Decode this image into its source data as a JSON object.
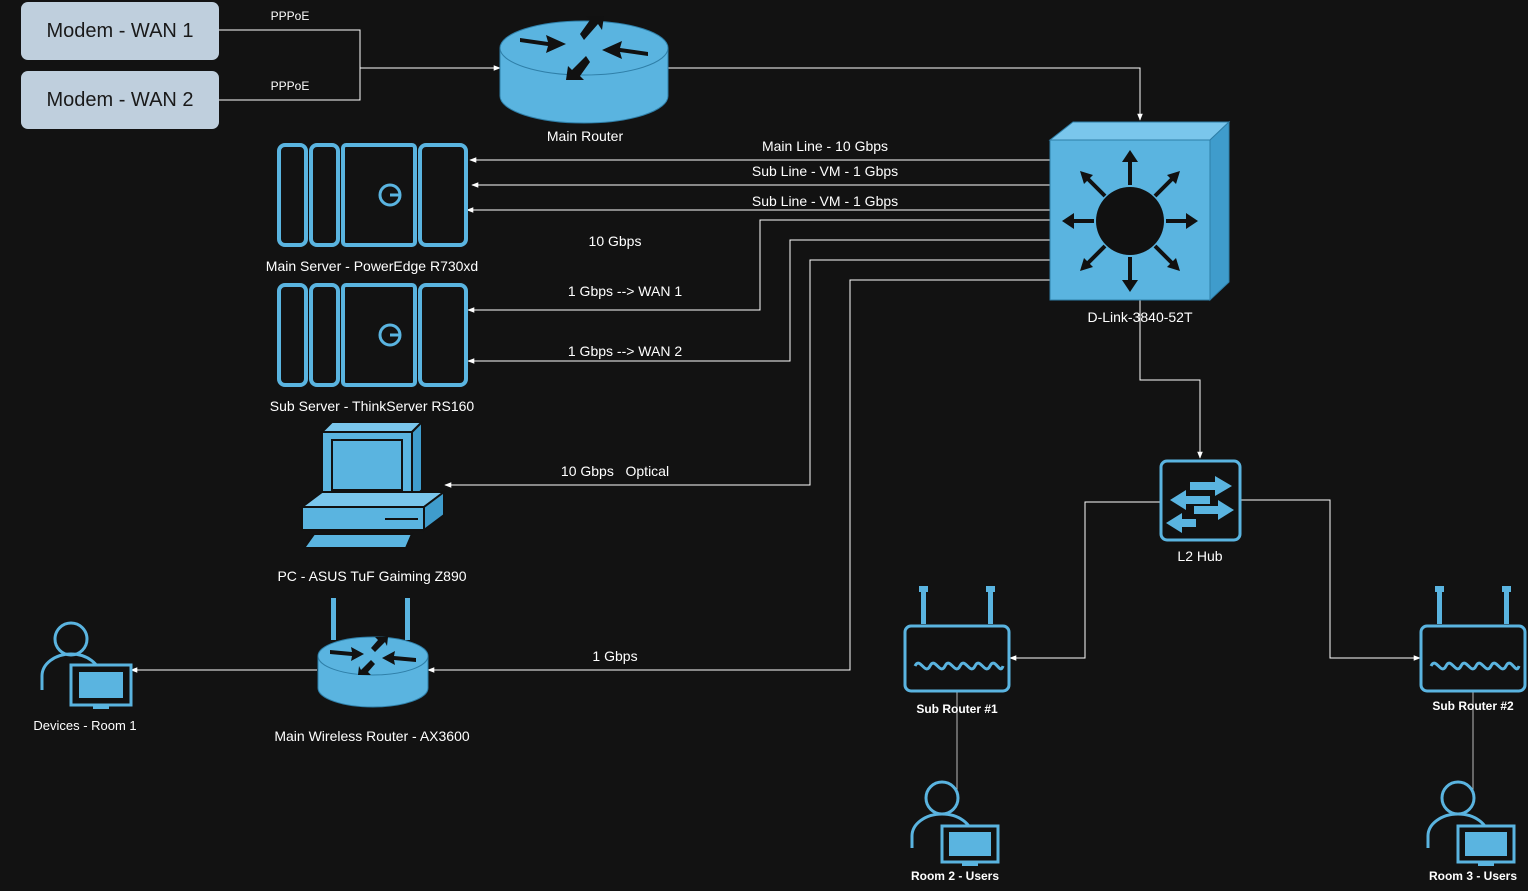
{
  "modems": {
    "wan1": "Modem - WAN 1",
    "wan2": "Modem - WAN 2",
    "link1": "PPPoE",
    "link2": "PPPoE"
  },
  "devices": {
    "main_router": "Main Router",
    "switch": "D-Link-3840-52T",
    "main_server": "Main Server - PowerEdge R730xd",
    "sub_server": "Sub Server - ThinkServer RS160",
    "pc": "PC - ASUS TuF Gaiming Z890",
    "wireless_router": "Main Wireless Router - AX3600",
    "room1": "Devices - Room 1",
    "hub": "L2 Hub",
    "sub_router1": "Sub Router #1",
    "sub_router2": "Sub Router #2",
    "room2": "Room 2 - Users",
    "room3": "Room 3 - Users"
  },
  "links": {
    "main_line": "Main Line - 10 Gbps",
    "sub_line_a": "Sub Line - VM - 1 Gbps",
    "sub_line_b": "Sub Line - VM - 1 Gbps",
    "ten_gbps": "10 Gbps",
    "wan1_line": "1 Gbps --> WAN 1",
    "wan2_line": "1 Gbps --> WAN 2",
    "optical": "10 Gbps   Optical",
    "wireless": "1 Gbps"
  },
  "colors": {
    "background": "#121212",
    "icon_fill": "#5ab4e0",
    "icon_stroke": "#5ab4e0",
    "line": "#ffffff",
    "modem_fill": "#bfcfdd"
  }
}
